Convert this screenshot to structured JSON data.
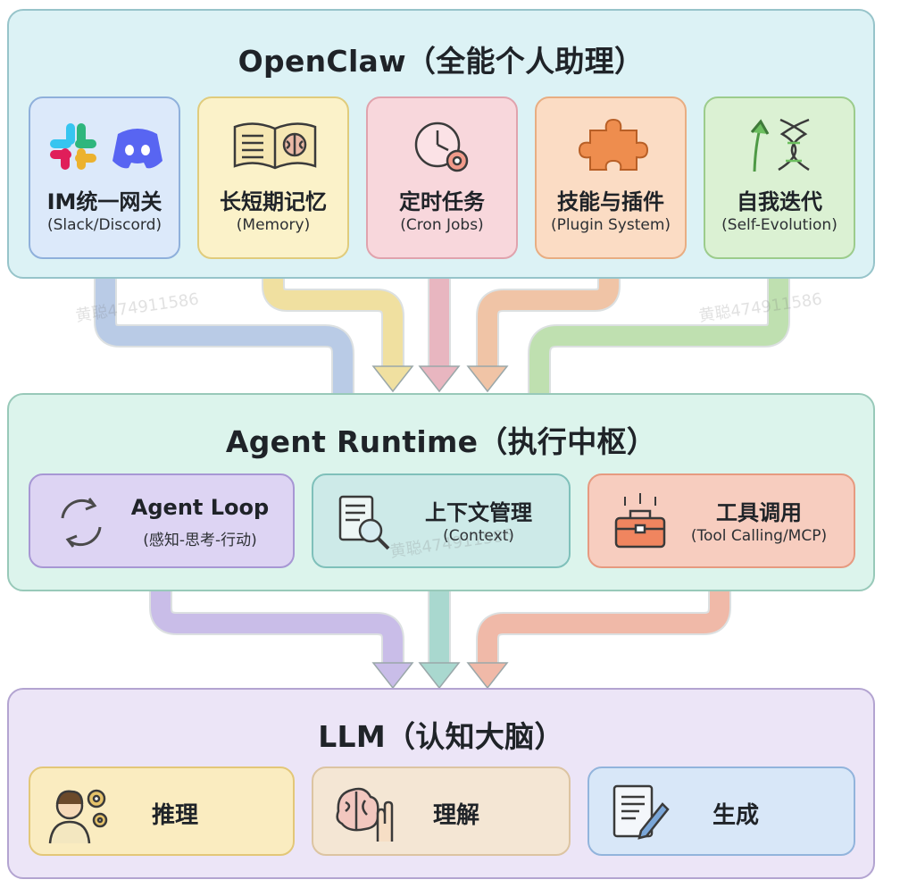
{
  "layers": {
    "openclaw": {
      "title": "OpenClaw（全能个人助理）",
      "cards": [
        {
          "name": "IM统一网关",
          "sub": "(Slack/Discord)",
          "icon": "slack-discord-icon",
          "color": "#dce9fa",
          "border": "#8fb0db"
        },
        {
          "name": "长短期记忆",
          "sub": "(Memory)",
          "icon": "book-brain-icon",
          "color": "#fbf2c9",
          "border": "#e0cc7c"
        },
        {
          "name": "定时任务",
          "sub": "(Cron Jobs)",
          "icon": "clock-gear-icon",
          "color": "#f8d7dc",
          "border": "#e0a3ad"
        },
        {
          "name": "技能与插件",
          "sub": "(Plugin System)",
          "icon": "puzzle-icon",
          "color": "#fbdcc4",
          "border": "#e8ad82"
        },
        {
          "name": "自我迭代",
          "sub": "(Self-Evolution)",
          "icon": "arrow-dna-icon",
          "color": "#dbf1d3",
          "border": "#9ccc8c"
        }
      ]
    },
    "runtime": {
      "title": "Agent Runtime（执行中枢）",
      "cards": [
        {
          "name": "Agent Loop",
          "sub": "(感知-思考-行动)",
          "icon": "cycle-arrows-icon",
          "color": "#ddd4f3",
          "border": "#a797d4"
        },
        {
          "name": "上下文管理",
          "sub": "(Context)",
          "icon": "document-magnifier-icon",
          "color": "#cdeae8",
          "border": "#7fc0ba"
        },
        {
          "name": "工具调用",
          "sub": "(Tool Calling/MCP)",
          "icon": "toolbox-icon",
          "color": "#f7cdbf",
          "border": "#e69a80"
        }
      ]
    },
    "llm": {
      "title": "LLM（认知大脑）",
      "cards": [
        {
          "name": "推理",
          "icon": "person-gears-icon",
          "color": "#faecc0",
          "border": "#e3c778"
        },
        {
          "name": "理解",
          "icon": "brain-hand-icon",
          "color": "#f4e6d4",
          "border": "#dcc4a2"
        },
        {
          "name": "生成",
          "icon": "document-pen-icon",
          "color": "#d8e7f8",
          "border": "#92b4dc"
        }
      ]
    }
  },
  "watermark": "黄聪474911586",
  "arrow_colors": [
    "#b9cbe6",
    "#f0e0a0",
    "#e8b6c0",
    "#f0c4a6",
    "#bfe0b0",
    "#c9bde8",
    "#a9d8cf",
    "#f0b9a8"
  ]
}
